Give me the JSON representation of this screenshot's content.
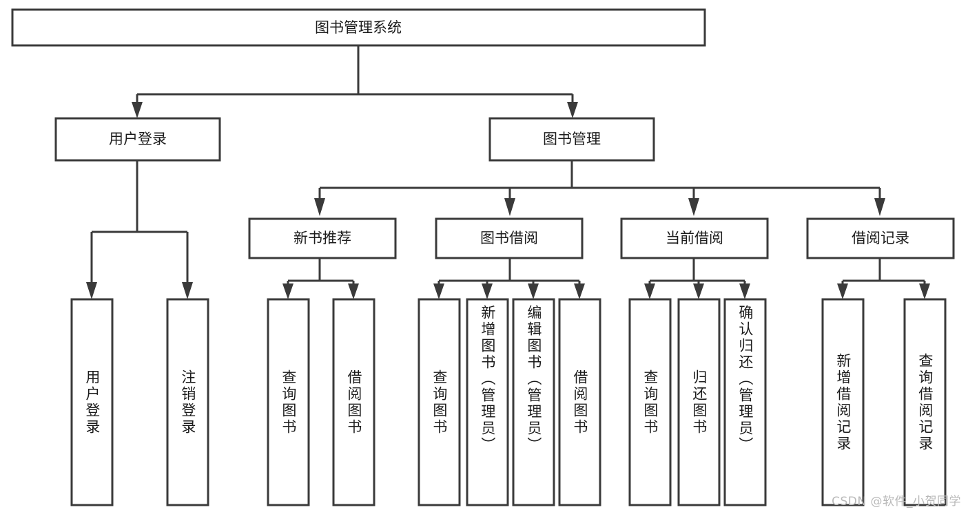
{
  "diagram": {
    "title": "图书管理系统",
    "type": "tree",
    "watermark": "CSDN @软件_小贺同学",
    "colors": {
      "stroke": "#3a3a3a",
      "fill": "#ffffff",
      "text": "#1c1c1c",
      "watermark": "#b9b9b9"
    },
    "root": {
      "label": "图书管理系统"
    },
    "level2": [
      {
        "label": "用户登录"
      },
      {
        "label": "图书管理"
      }
    ],
    "level3": [
      {
        "label": "新书推荐"
      },
      {
        "label": "图书借阅"
      },
      {
        "label": "当前借阅"
      },
      {
        "label": "借阅记录"
      }
    ],
    "leaves": {
      "user_login": [
        {
          "label": "用户登录"
        },
        {
          "label": "注销登录"
        }
      ],
      "new_book_recommend": [
        {
          "label": "查询图书"
        },
        {
          "label": "借阅图书"
        }
      ],
      "book_borrow": [
        {
          "label": "查询图书"
        },
        {
          "label": "新增图书（管理员）"
        },
        {
          "label": "编辑图书（管理员）"
        },
        {
          "label": "借阅图书"
        }
      ],
      "current_borrow": [
        {
          "label": "查询图书"
        },
        {
          "label": "归还图书"
        },
        {
          "label": "确认归还（管理员）"
        }
      ],
      "borrow_record": [
        {
          "label": "新增借阅记录"
        },
        {
          "label": "查询借阅记录"
        }
      ]
    }
  }
}
